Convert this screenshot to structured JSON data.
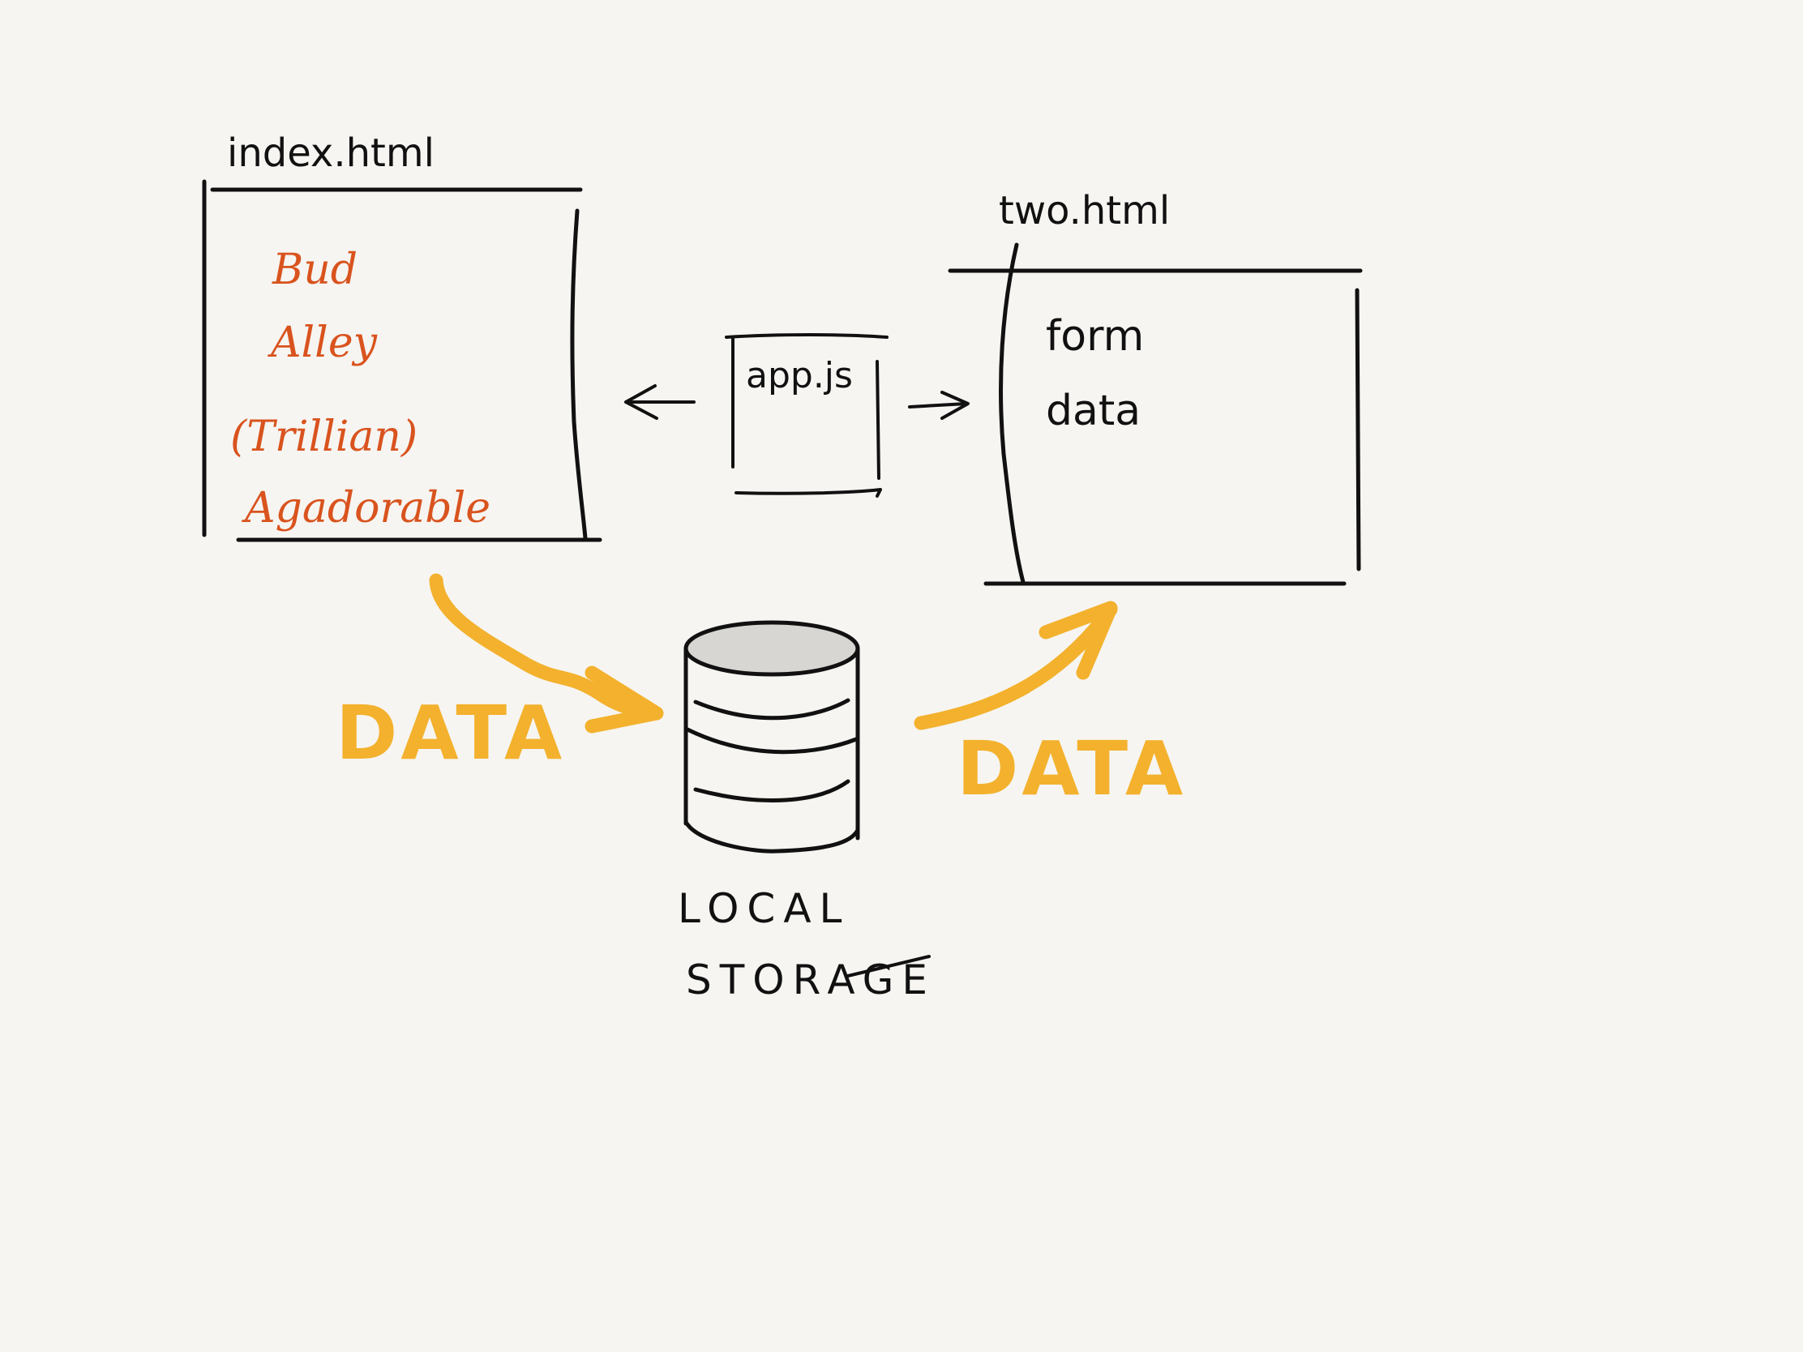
{
  "colors": {
    "background": "#f6f5f1",
    "ink": "#111111",
    "list_text": "#d9531e",
    "data_arrow": "#f3b12d",
    "db_top_fill": "#d7d6d2"
  },
  "index_page": {
    "filename": "index.html",
    "items": [
      "Bud",
      "Alley",
      "(Trillian)",
      "Agadorable"
    ]
  },
  "script_file": {
    "filename": "app.js"
  },
  "two_page": {
    "filename": "two.html",
    "lines": [
      "form",
      "data"
    ]
  },
  "data_labels": {
    "left": "DATA",
    "right": "DATA"
  },
  "storage": {
    "line1": "LOCAL",
    "line2": "STORAGE"
  }
}
